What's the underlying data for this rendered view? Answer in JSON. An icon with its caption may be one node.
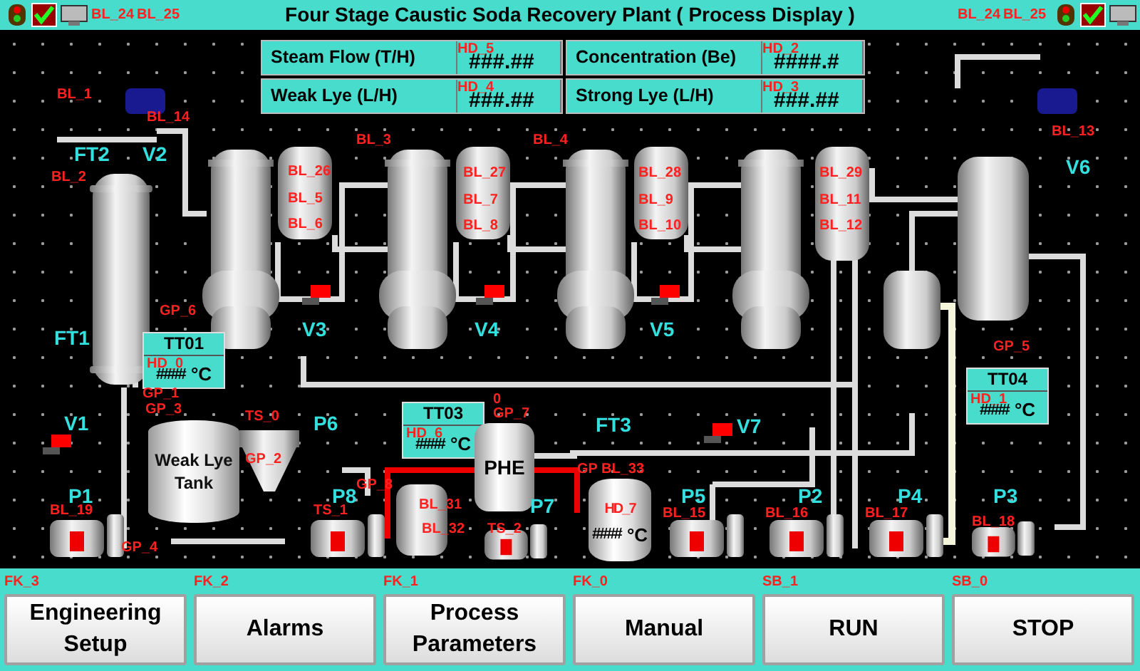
{
  "diagram": {
    "title": "Four Stage Caustic Soda Recovery Plant ( Process Display )",
    "nodes": [
      {
        "text": [
          "Steam Flow (T/H)",
          "HD_5",
          "###.##"
        ]
      },
      {
        "text": [
          "Concentration (Be)",
          "HD_2",
          "####.#"
        ]
      },
      {
        "text": [
          "Weak Lye (L/H)",
          "HD_4",
          "###.##"
        ]
      },
      {
        "text": [
          "Strong Lye (L/H)",
          "HD_3",
          "###.##"
        ]
      },
      {
        "text": [
          "TT01",
          "HD_0",
          "####",
          "°C"
        ]
      },
      {
        "text": [
          "TT03",
          "HD_6",
          "####",
          "°C"
        ]
      },
      {
        "text": [
          "TT04",
          "HD_1",
          "####",
          "°C"
        ]
      },
      {
        "text": [
          "Weak Lye Tank"
        ]
      },
      {
        "text": [
          "PHE"
        ]
      },
      {
        "text": [
          "HD_7",
          "####",
          "°C"
        ]
      },
      {
        "text": [
          "Engineering Setup"
        ],
        "beside": [
          "FK_3"
        ]
      },
      {
        "text": [
          "Alarms"
        ],
        "beside": [
          "FK_2"
        ]
      },
      {
        "text": [
          "Process Parameters"
        ],
        "beside": [
          "FK_1"
        ]
      },
      {
        "text": [
          "Manual"
        ],
        "beside": [
          "FK_0"
        ]
      },
      {
        "text": [
          "RUN"
        ],
        "beside": [
          "SB_1"
        ]
      },
      {
        "text": [
          "STOP"
        ],
        "beside": [
          "SB_0"
        ]
      }
    ],
    "labels": [
      "BL_24",
      "BL_25",
      "BL_24",
      "BL_25",
      "BL_1",
      "BL_14",
      "BL_13",
      "FT2",
      "V2",
      "V6",
      "BL_2",
      "BL_3",
      "BL_4",
      "BL_26",
      "BL_27",
      "BL_28",
      "BL_29",
      "BL_5",
      "BL_7",
      "BL_9",
      "BL_11",
      "BL_6",
      "BL_8",
      "BL_10",
      "BL_12",
      "GP_6",
      "V3",
      "V4",
      "V5",
      "FT1",
      "GP_5",
      "GP_1",
      "V1",
      "GP_3",
      "TS_0",
      "P6",
      "0",
      "GP_7",
      "FT3",
      "V7",
      "GP_2",
      "GP_8",
      "BL_31",
      "GP",
      "BL_33",
      "BL_32",
      "P1",
      "P8",
      "P7",
      "P5",
      "P2",
      "P4",
      "P3",
      "BL_19",
      "TS_1",
      "BL_15",
      "BL_16",
      "BL_17",
      "BL_18",
      "TS_2",
      "GP_4"
    ]
  }
}
